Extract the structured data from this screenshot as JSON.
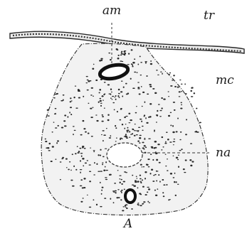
{
  "figure": {
    "labels": {
      "am": "am",
      "tr": "tr",
      "mc": "mc",
      "na": "na",
      "panel": "A"
    }
  }
}
